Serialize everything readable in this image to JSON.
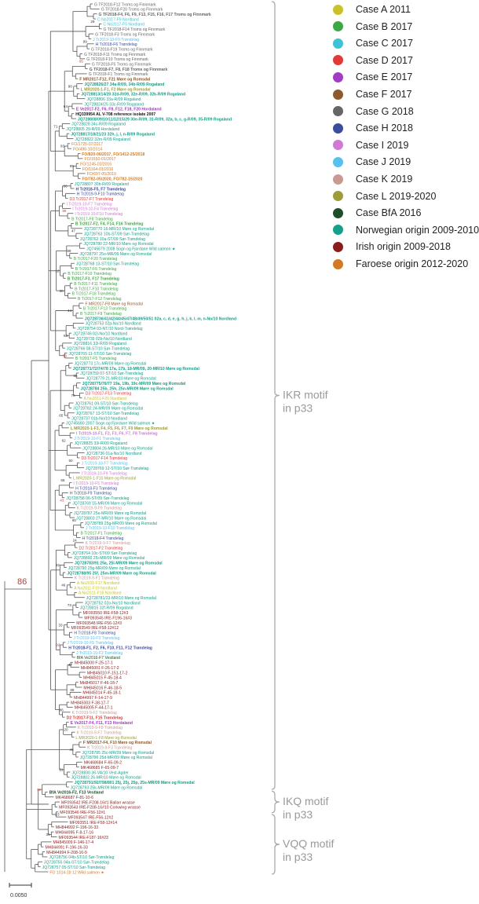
{
  "legend": [
    {
      "label": "Case A 2011",
      "color": "#c9c22a"
    },
    {
      "label": "Case B 2017",
      "color": "#3ea844"
    },
    {
      "label": "Case C 2017",
      "color": "#3ec2d8"
    },
    {
      "label": "Case D 2017",
      "color": "#e23a36"
    },
    {
      "label": "Case E 2017",
      "color": "#a23cc2"
    },
    {
      "label": "Case F 2017",
      "color": "#8c5a2e"
    },
    {
      "label": "Case G 2018",
      "color": "#666666"
    },
    {
      "label": "Case H 2018",
      "color": "#3d4d9e"
    },
    {
      "label": "Case I 2019",
      "color": "#d07ad4"
    },
    {
      "label": "Case J 2019",
      "color": "#58c0ee"
    },
    {
      "label": "Case K 2019",
      "color": "#c99a92"
    },
    {
      "label": "Case L 2019-2020",
      "color": "#9c9c38"
    },
    {
      "label": "Case BfA 2016",
      "color": "#1f4d28"
    },
    {
      "label": "Norwegian origin 2009-2010",
      "color": "#16a08c"
    },
    {
      "label": "Irish origin 2009-2018",
      "color": "#8a1c1c"
    },
    {
      "label": "Faroese origin 2012-2020",
      "color": "#d27b26"
    }
  ],
  "motifs": [
    {
      "label": "IKR motif",
      "sub": "in p33"
    },
    {
      "label": "IKQ motif",
      "sub": "in p33"
    },
    {
      "label": "VQQ motif",
      "sub": "in p33"
    }
  ],
  "scale_label": "0.0050",
  "root_support": "86",
  "support_values": [
    "29",
    "99",
    "85",
    "90",
    "64",
    "71",
    "93",
    "99",
    "66",
    "99",
    "47",
    "99",
    "12",
    "30",
    "44",
    "63",
    "53",
    "86",
    "76",
    "65",
    "62",
    "50",
    "66",
    "43",
    "60",
    "24",
    "32",
    "46",
    "73",
    "33",
    "92",
    "47",
    "68",
    "86",
    "20",
    "40",
    "21",
    "72",
    "23",
    "31"
  ],
  "leaves": [
    {
      "t": "G TF2018-F12 Troms og Finnmark",
      "c": "#666666"
    },
    {
      "t": "G TF2018-F20 Troms og Finnmark",
      "c": "#666666"
    },
    {
      "t": "G TF2018-F4, F6, F9, F13, F15, F16, F17 Troms og Finnmark",
      "c": "#666666",
      "b": true
    },
    {
      "t": "C No2017-F9 Nordland",
      "c": "#3ec2d8"
    },
    {
      "t": "C No2017-F5 Nordland",
      "c": "#3ec2d8"
    },
    {
      "t": "G TF2018-F14 Troms og Finnmark",
      "c": "#666666"
    },
    {
      "t": "G TF2018-F3 Troms og Finnmark",
      "c": "#666666"
    },
    {
      "t": "J Tr2019-10-F9 Trøndelag",
      "c": "#58c0ee"
    },
    {
      "t": "H Tr2018-F6 Trøndelag",
      "c": "#3d4d9e"
    },
    {
      "t": "G TF2018-F19 Troms og Finnmark",
      "c": "#666666"
    },
    {
      "t": "G TF2018-F11 Troms og Finnmark",
      "c": "#666666"
    },
    {
      "t": "G TF2018-F10 Troms og Finnmark",
      "c": "#666666"
    },
    {
      "t": "G TF2018-F5 Troms og Finnmark",
      "c": "#666666"
    },
    {
      "t": "G TF2018-F7, F8, F18 Troms og Finnmark",
      "c": "#666666",
      "b": true
    },
    {
      "t": "G TF2018-F1 Troms og Finnmark",
      "c": "#666666"
    },
    {
      "t": "F MR2017-F12, F21 Møre og Romsdal",
      "c": "#8c5a2e",
      "b": true
    },
    {
      "t": "JQ728826/27 34a-R/09, 34b-R/09 Rogaland",
      "c": "#16a08c",
      "b": true
    },
    {
      "t": "L MR2020-1-F1, F2 Møre og Romsdal",
      "c": "#9c9c38",
      "b": true
    },
    {
      "t": "JQ728813/14/20 32d-R/09, 32e-R/09, 32k-R/09 Rogaland",
      "c": "#16a08c",
      "b": true
    },
    {
      "t": "JQ728806 33a-R/09 Rogaland",
      "c": "#16a08c"
    },
    {
      "t": "JQ728824/25 33c-R/09 Rogaland",
      "c": "#16a08c"
    },
    {
      "t": "E Ve2017-F2, F6, F8, F12, F18, F20 Hordaland",
      "c": "#a23cc2",
      "b": true
    },
    {
      "t": "HQ339954 AL V-708 reference isolate 2007",
      "c": "#111111",
      "b": true
    },
    {
      "t": "JQ728808/09/10/11/12/15/29 30e-R/09, 31-R/09, 32a, b, c, g-R/09, 35-R/09 Rogaland",
      "c": "#16a08c",
      "b": true
    },
    {
      "t": "JQ728828 34c-R/09 Rogaland",
      "c": "#16a08c"
    },
    {
      "t": "JQ728805 29-R/09 Hordaland",
      "c": "#16a08c"
    },
    {
      "t": "JQ728817/18/21/23 32h, j, l, n-R/09 Rogaland",
      "c": "#16a08c",
      "b": true
    },
    {
      "t": "JQ728822 32m-R/09 Rogaland",
      "c": "#16a08c"
    },
    {
      "t": "FO/1725-07/2017",
      "c": "#d27b26"
    },
    {
      "t": "FO/498-10/2014",
      "c": "#d27b26"
    },
    {
      "t": "FO/820-06/2017, FO/1412-25/2018",
      "c": "#d27b26",
      "b": true
    },
    {
      "t": "FO/1550-01/2017",
      "c": "#d27b26"
    },
    {
      "t": "FO/1245-02/2016",
      "c": "#d27b26"
    },
    {
      "t": "FO/1164-01/2016",
      "c": "#d27b26"
    },
    {
      "t": "FO/697-05/2019",
      "c": "#d27b26"
    },
    {
      "t": "FO/782-05/2020, FO/782-15/2020",
      "c": "#d27b26",
      "b": true
    },
    {
      "t": "JQ728807 30b-R/09 Rogaland",
      "c": "#16a08c"
    },
    {
      "t": "H Tr2018-F5, F7 Trøndelag",
      "c": "#3d4d9e",
      "b": true
    },
    {
      "t": "H Tr2019-9-F10 Trøndelag",
      "c": "#3d4d9e"
    },
    {
      "t": "D3 Tr2017-F7 Trøndelag",
      "c": "#e23a36"
    },
    {
      "t": "I Tr2019-10-F7 Trøndelag",
      "c": "#d07ad4"
    },
    {
      "t": "I Tr2019-10-F4 Trøndelag",
      "c": "#d07ad4"
    },
    {
      "t": "I Tr2019-10-F10 Trøndelag",
      "c": "#d07ad4"
    },
    {
      "t": "B Tr2017-F8 Trøndelag",
      "c": "#3ea844"
    },
    {
      "t": "B Tr2017-F2, F4, F14, F16 Trøndelag",
      "c": "#3ea844",
      "b": true
    },
    {
      "t": "JQ728770 16-MR/10 Møre og Romsdal",
      "c": "#16a08c"
    },
    {
      "t": "JQ728763 10b-ST/09 Sør-Trøndelag",
      "c": "#16a08c"
    },
    {
      "t": "JQ728762 10a-ST/09 Sør-Trøndelag",
      "c": "#16a08c"
    },
    {
      "t": "JQ728780 22-MR/10 Møre og Romsdal",
      "c": "#16a08c"
    },
    {
      "t": "JQ745679 2008 Sogn og Fjordane Wild salmon ★",
      "c": "#16a08c"
    },
    {
      "t": "JQ728797 25o-MR/09 Møre og Romsdal",
      "c": "#16a08c"
    },
    {
      "t": "B Tr2017-F20 Trøndelag",
      "c": "#3ea844"
    },
    {
      "t": "JQ728768 13-ST/10 Sør-Trøndelag",
      "c": "#16a08c"
    },
    {
      "t": "B Tr2017-F6 Trøndelag",
      "c": "#3ea844"
    },
    {
      "t": "B Tr2017-F19 Trøndelag",
      "c": "#3ea844"
    },
    {
      "t": "B Tr2017-F3, F17 Trøndelag",
      "c": "#3ea844",
      "b": true
    },
    {
      "t": "B Tr2017-F11 Trøndelag",
      "c": "#3ea844"
    },
    {
      "t": "B Tr2017-F10 Trøndelag",
      "c": "#3ea844"
    },
    {
      "t": "B Tr2017-F18 Trøndelag",
      "c": "#3ea844"
    },
    {
      "t": "B Tr2017-F12 Trøndelag",
      "c": "#3ea844"
    },
    {
      "t": "F MR2017-F8 Møre og Romsdal",
      "c": "#8c5a2e"
    },
    {
      "t": "B Tr2017-F13 Trøndelag",
      "c": "#3ea844"
    },
    {
      "t": "B Tr2017-F9 Trøndelag",
      "c": "#3ea844"
    },
    {
      "t": "JQ728736/41/42/44/45/47/48/49/50/51 02a, c, d, e, g, h, j, k, l, m, n-No/10 Nordland",
      "c": "#16a08c",
      "b": true
    },
    {
      "t": "JQ728753 02p-No/10 Nordland",
      "c": "#16a08c"
    },
    {
      "t": "JQ728754 03-NT/10 Nord-Trøndelag",
      "c": "#16a08c"
    },
    {
      "t": "JQ728746 02i-No/10 Nordland",
      "c": "#16a08c"
    },
    {
      "t": "JQ728739 02b-No/10 Nordland",
      "c": "#16a08c"
    },
    {
      "t": "JQ728816 32i-R/09 Rogaland",
      "c": "#16a08c"
    },
    {
      "t": "JQ728766 08-ST/10 Sør-Trøndelag",
      "c": "#16a08c"
    },
    {
      "t": "JQ728765 11-ST/10 Sør-Trøndelag",
      "c": "#16a08c"
    },
    {
      "t": "B Tr2017-F5 Trøndelag",
      "c": "#3ea844"
    },
    {
      "t": "JQ728773 17c-MR/09 Møre og Romsdal",
      "c": "#16a08c"
    },
    {
      "t": "JQ728771/72/74/78 17a, 17b, 18-MR/09, 20-MR/10 Møre og Romsdal",
      "c": "#16a08c",
      "b": true
    },
    {
      "t": "JQ728759 07-ST/10 Sør-Trøndelag",
      "c": "#16a08c"
    },
    {
      "t": "JQ728779 21-MR/10 Møre og Romsdal",
      "c": "#16a08c"
    },
    {
      "t": "JQ728775/76/77 19a, 19b, 19c-MR/09 Møre og Romsdal",
      "c": "#16a08c",
      "b": true
    },
    {
      "t": "JQ728784 25b, 25h, 25n-MR/09 Møre og Romsdal",
      "c": "#16a08c",
      "b": true
    },
    {
      "t": "D3 Tr2017-F13 Trøndelag",
      "c": "#e23a36"
    },
    {
      "t": "A No2011-F20 Nordland",
      "c": "#c9c22a"
    },
    {
      "t": "JQ728761 09-ST/10 Sør-Trøndelag",
      "c": "#16a08c"
    },
    {
      "t": "JQ728782 24-MR/09 Møre og Romsdal",
      "c": "#16a08c"
    },
    {
      "t": "JQ728767 13-ST/10 Sør-Trøndelag",
      "c": "#16a08c"
    },
    {
      "t": "JQ728737 01b-No/10 Nordland",
      "c": "#16a08c"
    },
    {
      "t": "JQ745680 2007 Sogn og Fjordane Wild salmon ★",
      "c": "#16a08c"
    },
    {
      "t": "L MR2020-1-F3, F4, F5, F6, F7, F9 Møre og Romsdal",
      "c": "#9c9c38",
      "b": true
    },
    {
      "t": "I Tr2019-10-F1, F2, F3, F6, F7, F8 Trøndelag",
      "c": "#d07ad4",
      "b": true
    },
    {
      "t": "J Tr2019-10-F1 Trøndelag",
      "c": "#58c0ee"
    },
    {
      "t": "JQ728825 33i-R/09 Rogaland",
      "c": "#16a08c"
    },
    {
      "t": "JQ728804 26-MR/10 Møre og Romsdal",
      "c": "#16a08c"
    },
    {
      "t": "JQ728736 01a-No/10 Nordland",
      "c": "#16a08c"
    },
    {
      "t": "D3 Tr2017-F14 Trøndelag",
      "c": "#e23a36"
    },
    {
      "t": "J Tr2019-10-F7 Trøndelag",
      "c": "#58c0ee"
    },
    {
      "t": "JQ728769 12-ST/10 Sør-Trøndelag",
      "c": "#16a08c"
    },
    {
      "t": "I Tr2019-10-F9 Trøndelag",
      "c": "#d07ad4"
    },
    {
      "t": "L MR2020-1-F10 Møre og Romsdal",
      "c": "#9c9c38"
    },
    {
      "t": "I Tr2019-10-F5 Trøndelag",
      "c": "#d07ad4"
    },
    {
      "t": "H Tr2018-F3 Trøndelag",
      "c": "#3d4d9e"
    },
    {
      "t": "H Tr2018-F9 Trøndelag",
      "c": "#3d4d9e"
    },
    {
      "t": "JQ728758 06-ST/09 Sør-Trøndelag",
      "c": "#16a08c"
    },
    {
      "t": "JQ728769 15-MR/09 Møre og Romsdal",
      "c": "#16a08c"
    },
    {
      "t": "K Tr2019-9-F9 Trøndelag",
      "c": "#c99a92"
    },
    {
      "t": "JQ728787 25e-MR/09 Møre og Romsdal",
      "c": "#16a08c"
    },
    {
      "t": "JQ728803 27-MR/10 Møre og Romsdal",
      "c": "#16a08c"
    },
    {
      "t": "JQ728789 25g-MR/09 Møre og Romsdal",
      "c": "#16a08c"
    },
    {
      "t": "J Tr2019-10-F10 Trøndelag",
      "c": "#58c0ee"
    },
    {
      "t": "B Tr2017-F1 Trøndelag",
      "c": "#3ea844"
    },
    {
      "t": "H Tr2018-F4 Trøndelag",
      "c": "#3d4d9e"
    },
    {
      "t": "K Tr2019-9-F7 Trøndelag",
      "c": "#c99a92"
    },
    {
      "t": "D2 Tr2017-F2 Trøndelag",
      "c": "#e23a36"
    },
    {
      "t": "JQ728764 10c-ST/09 Sør-Trøndelag",
      "c": "#16a08c"
    },
    {
      "t": "JQ728800 25i-MR/09 Møre og Romsdal",
      "c": "#16a08c"
    },
    {
      "t": "JQ728783/91 25a, 25l-MR/09 Møre og Romsdal",
      "c": "#16a08c",
      "b": true
    },
    {
      "t": "JQ728790 25g-MR/09 Møre og Romsdal",
      "c": "#16a08c"
    },
    {
      "t": "JQ728788/95 25f, 25m-MR/09 Møre og Romsdal",
      "c": "#16a08c",
      "b": true
    },
    {
      "t": "K Tr2019-9-F1 Trøndelag",
      "c": "#c99a92"
    },
    {
      "t": "A No2011-F17 Nordland",
      "c": "#c9c22a"
    },
    {
      "t": "A No2011-F19 Nordland",
      "c": "#c9c22a"
    },
    {
      "t": "A No2011-F18 Nordland",
      "c": "#c9c22a"
    },
    {
      "t": "JQ728781/23-MR/10 Møre og Romsdal",
      "c": "#16a08c"
    },
    {
      "t": "JQ728752 02o-No/10 Nordland",
      "c": "#16a08c"
    },
    {
      "t": "JQ728815 32f-R/09 Rogaland",
      "c": "#16a08c"
    },
    {
      "t": "MF093550 IRE-F58-12#3",
      "c": "#8a1c1c"
    },
    {
      "t": "MF093545 IRE-F196-16#3",
      "c": "#8a1c1c"
    },
    {
      "t": "MF093548 IRE-F56-12#3",
      "c": "#8a1c1c"
    },
    {
      "t": "MF093549 IRE-F58-12#12",
      "c": "#8a1c1c"
    },
    {
      "t": "H Tr2018-F8 Trøndelag",
      "c": "#3d4d9e"
    },
    {
      "t": "J Tr2019-10-F3 Trøndelag",
      "c": "#58c0ee"
    },
    {
      "t": "J Tr2019-10-F5 Trøndelag",
      "c": "#58c0ee"
    },
    {
      "t": "H Tr2018-F1, F2, F6, F10, F11, F12 Trøndelag",
      "c": "#3d4d9e",
      "b": true
    },
    {
      "t": "J Tr2019-10-F2 Trøndelag",
      "c": "#58c0ee"
    },
    {
      "t": "BfA Ve2016-F7 Vestland",
      "c": "#1f4d28"
    },
    {
      "t": "MH845000 F-25-17-1",
      "c": "#8a1c1c"
    },
    {
      "t": "MH845001 F-26-17-2",
      "c": "#8a1c1c"
    },
    {
      "t": "MH845010 F-151-17-2",
      "c": "#8a1c1c"
    },
    {
      "t": "MH845015 F-45-18-4",
      "c": "#8a1c1c"
    },
    {
      "t": "MH845017 F-46-18-7",
      "c": "#8a1c1c"
    },
    {
      "t": "MH845016 F-46-18-5",
      "c": "#8a1c1c"
    },
    {
      "t": "MH845014 F-45-18-1",
      "c": "#8a1c1c"
    },
    {
      "t": "MH844997 F-14-17-9",
      "c": "#8a1c1c"
    },
    {
      "t": "MH845003 F-38-17-7",
      "c": "#8a1c1c"
    },
    {
      "t": "MH845005 F-44-17-1",
      "c": "#8a1c1c"
    },
    {
      "t": "K Tr2019-9-F2 Trøndelag",
      "c": "#c99a92"
    },
    {
      "t": "D2 Tr2017-F11, F15 Trøndelag",
      "c": "#e23a36",
      "b": true
    },
    {
      "t": "E Ve2017-F4, F11, F13 Hordaland",
      "c": "#a23cc2",
      "b": true
    },
    {
      "t": "K Tr2019-9-F8 Trøndelag",
      "c": "#c99a92"
    },
    {
      "t": "K Tr2019-9-F7 Trøndelag",
      "c": "#c99a92"
    },
    {
      "t": "L MR2020-1-F8 Møre og Romsdal",
      "c": "#9c9c38"
    },
    {
      "t": "F MR2017-F4, F10 Møre og Romsdal",
      "c": "#8c5a2e",
      "b": true
    },
    {
      "t": "K Tr2019-9-F3 Trøndelag",
      "c": "#c99a92"
    },
    {
      "t": "JQ728785 25c-MR/09 Møre og Romsdal",
      "c": "#16a08c"
    },
    {
      "t": "JQ728796 25d-MR/09 Møre og Romsdal",
      "c": "#16a08c"
    },
    {
      "t": "MK468684 F-65-09-2",
      "c": "#8a1c1c"
    },
    {
      "t": "MK468685 F-65-09-7",
      "c": "#8a1c1c"
    },
    {
      "t": "JQ728830 36-VA/10 Vest-Agder",
      "c": "#16a08c"
    },
    {
      "t": "JQ728802 26-MR/10 Møre og Romsdal",
      "c": "#16a08c"
    },
    {
      "t": "JQ728791/92/798/801 25j, 25j, 25p, 25s-MR/09 Møre og Romsdal",
      "c": "#16a08c",
      "b": true
    },
    {
      "t": "JQ728793 25k-MR/09 Møre og Romsdal",
      "c": "#16a08c"
    },
    {
      "t": "BfA Ve2016-F2, F13 Vestland",
      "c": "#1f4d28",
      "b": true
    },
    {
      "t": "MK468687 F-81-10-6",
      "c": "#8a1c1c"
    },
    {
      "t": "MF093542 IRE-F208-16#1 Ballan wrasse",
      "c": "#8a1c1c"
    },
    {
      "t": "MF093543 IRE-F208-16#10 Corkwing wrasse",
      "c": "#8a1c1c"
    },
    {
      "t": "MF093546 IRE-F56-12#1",
      "c": "#8a1c1c"
    },
    {
      "t": "MF093547 IRE-F56-12#2",
      "c": "#8a1c1c"
    },
    {
      "t": "MF093551 IRE-F58-12#14",
      "c": "#8a1c1c"
    },
    {
      "t": "MH844992 F-196-16-33",
      "c": "#8a1c1c"
    },
    {
      "t": "MH844995 F-8-17-16",
      "c": "#8a1c1c"
    },
    {
      "t": "MF093544 IRE-F187-16#23",
      "c": "#8a1c1c"
    },
    {
      "t": "MH845009 F-146-17-4",
      "c": "#8a1c1c"
    },
    {
      "t": "MH844991 F-196-16-33",
      "c": "#8a1c1c"
    },
    {
      "t": "MH844994 F-208-16-9",
      "c": "#8a1c1c"
    },
    {
      "t": "JQ728756 04b-ST/10 Sør-Trøndelag",
      "c": "#16a08c"
    },
    {
      "t": "JQ728755 04a-ST/10 Sør-Trøndelag",
      "c": "#16a08c"
    },
    {
      "t": "JQ728757 05-ST/10 Sør-Trøndelag",
      "c": "#16a08c"
    },
    {
      "t": "FO 1014-18 12 Wild salmon ★",
      "c": "#d27b26"
    }
  ]
}
